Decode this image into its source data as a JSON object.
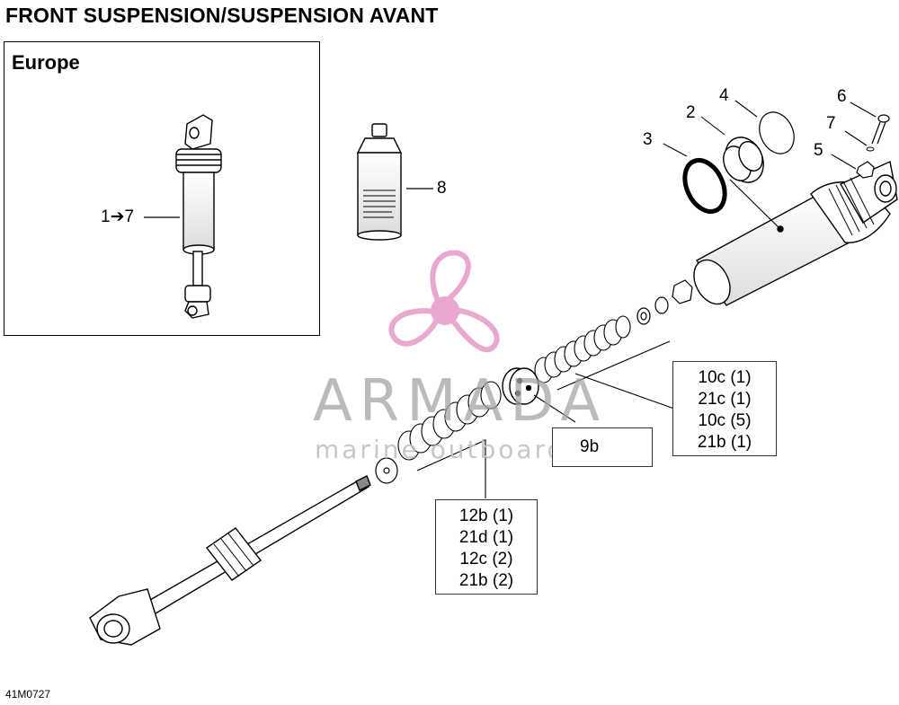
{
  "page": {
    "title": "FRONT SUSPENSION/SUSPENSION AVANT",
    "inset_label": "Europe",
    "drawing_code": "41M0727"
  },
  "callouts": {
    "inset_range": "1➔7",
    "c1": "2",
    "c2": "3",
    "c3": "4",
    "c4": "5",
    "c5": "6",
    "c6": "7",
    "c7": "8"
  },
  "boxes": {
    "spring_box": [
      "9b"
    ],
    "upper_stack": [
      "10c (1)",
      "21c (1)",
      "10c (5)",
      "21b (1)"
    ],
    "lower_stack": [
      "12b (1)",
      "21d (1)",
      "12c (2)",
      "21b (2)"
    ]
  },
  "watermark": {
    "brand": "ARMADA",
    "tagline": "marine outboards",
    "color": "#e59ac8"
  }
}
